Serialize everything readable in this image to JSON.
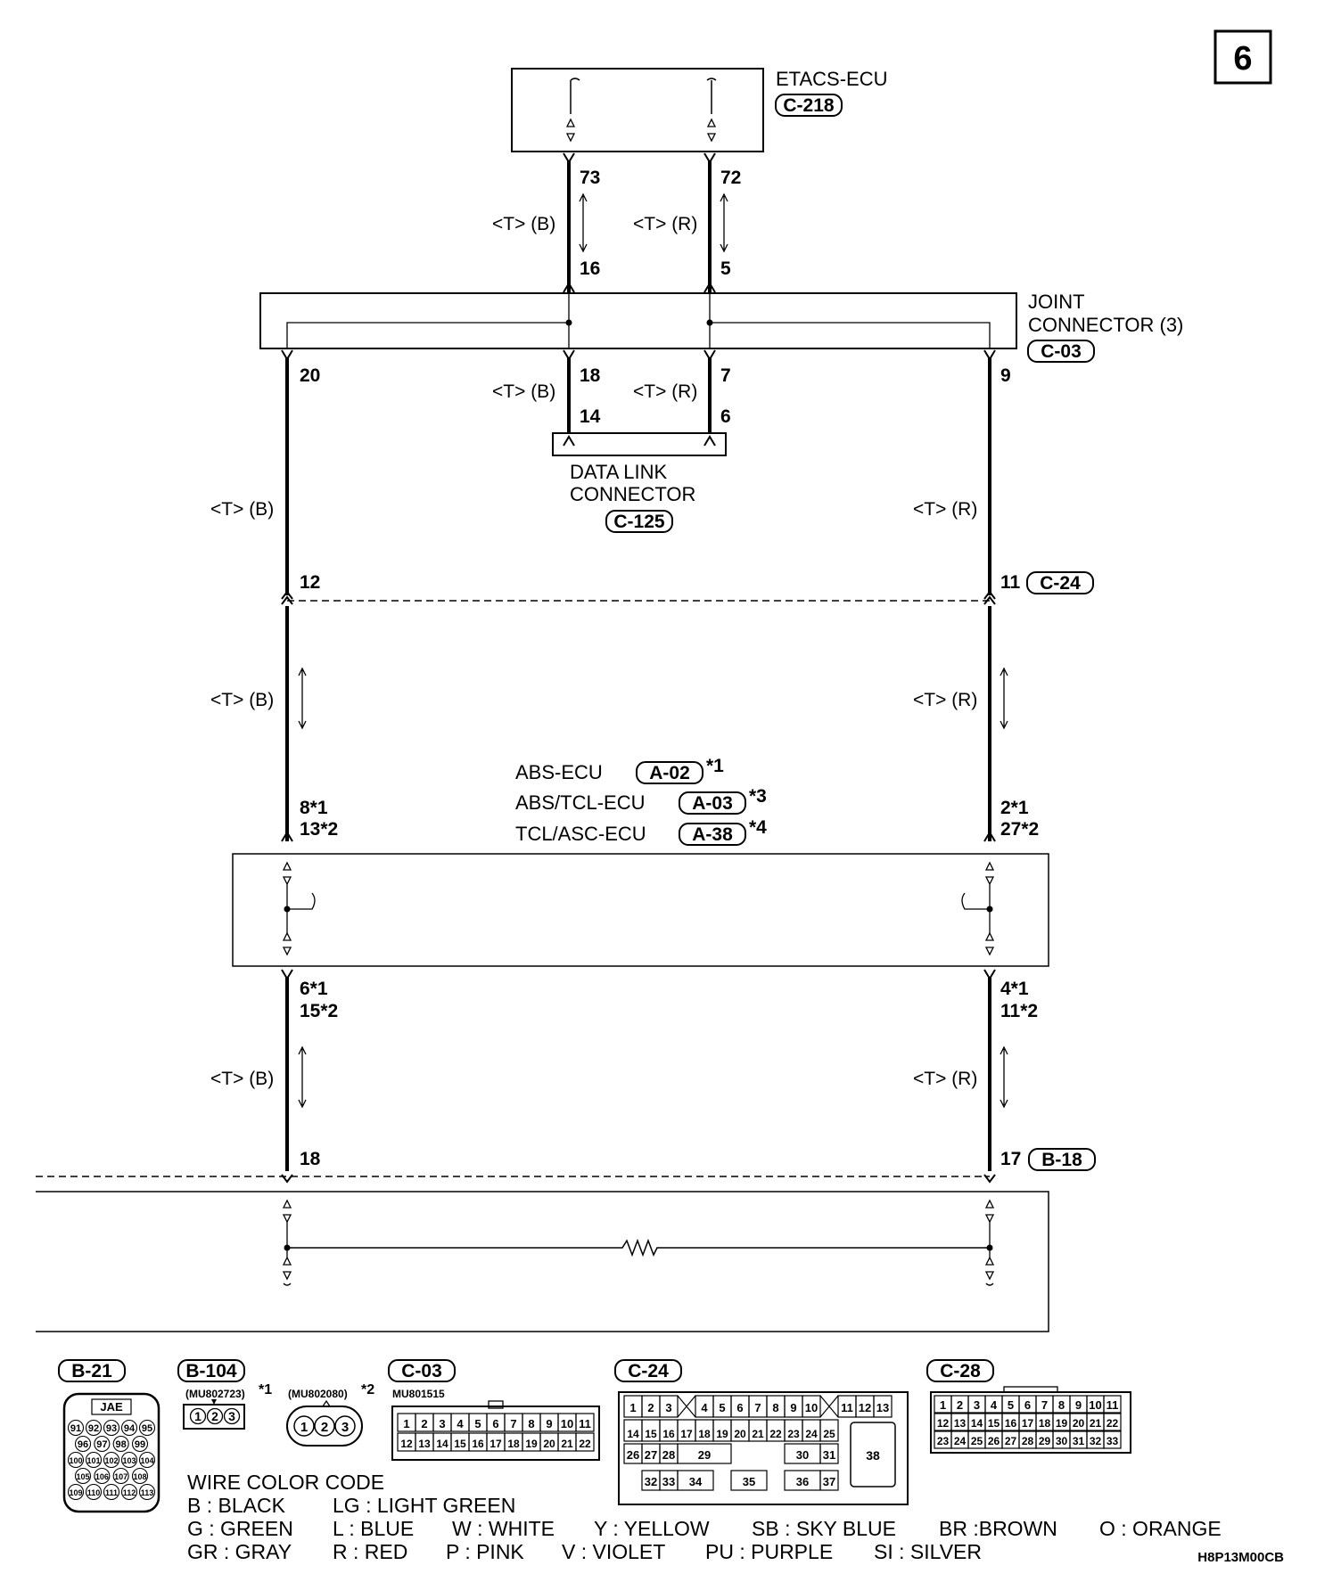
{
  "page_number": "6",
  "etacs": {
    "name": "ETACS-ECU",
    "connector": "C-218",
    "pin_b": "73",
    "pin_r": "72"
  },
  "joint": {
    "line1": "JOINT",
    "line2": "CONNECTOR (3)",
    "connector": "C-03",
    "pin_top_b": "16",
    "pin_top_r": "5",
    "pin_bot_b": "18",
    "pin_bot_r": "7",
    "pin_left": "20",
    "pin_right": "9"
  },
  "dlc": {
    "line1": "DATA LINK",
    "line2": "CONNECTOR",
    "connector": "C-125",
    "pin_b": "14",
    "pin_r": "6"
  },
  "wire_labels": {
    "black": "<T> (B)",
    "red": "<T> (R)"
  },
  "c24": {
    "connector": "C-24",
    "pin_left": "12",
    "pin_right": "11"
  },
  "abs": {
    "names": [
      {
        "name": "ABS-ECU",
        "connector": "A-02",
        "note": "*1"
      },
      {
        "name": "ABS/TCL-ECU",
        "connector": "A-03",
        "note": "*3"
      },
      {
        "name": "TCL/ASC-ECU",
        "connector": "A-38",
        "note": "*4"
      }
    ],
    "top_left_pins": [
      "8*1",
      "13*2"
    ],
    "top_right_pins": [
      "2*1",
      "27*2"
    ],
    "bot_left_pins": [
      "6*1",
      "15*2"
    ],
    "bot_right_pins": [
      "4*1",
      "11*2"
    ]
  },
  "b18": {
    "connector": "B-18",
    "pin_left": "18",
    "pin_right": "17"
  },
  "connector_views": {
    "b21": {
      "tag": "B-21",
      "maker": "JAE",
      "rows": [
        [
          "91",
          "92",
          "93",
          "94",
          "95"
        ],
        [
          "96",
          "97",
          "98",
          "99"
        ],
        [
          "100",
          "101",
          "102",
          "103",
          "104"
        ],
        [
          "105",
          "106",
          "107",
          "108"
        ],
        [
          "109",
          "110",
          "111",
          "112",
          "113"
        ]
      ]
    },
    "b104": {
      "tag": "B-104",
      "part_a": "(MU802723)",
      "note_a": "*1",
      "part_b": "(MU802080)",
      "note_b": "*2",
      "pins": [
        "1",
        "2",
        "3"
      ]
    },
    "c03": {
      "tag": "C-03",
      "part": "MU801515",
      "row1": [
        "1",
        "2",
        "3",
        "4",
        "5",
        "6",
        "7",
        "8",
        "9",
        "10",
        "11"
      ],
      "row2": [
        "12",
        "13",
        "14",
        "15",
        "16",
        "17",
        "18",
        "19",
        "20",
        "21",
        "22"
      ]
    },
    "c24": {
      "tag": "C-24",
      "row1": [
        "1",
        "2",
        "3",
        "4",
        "5",
        "6",
        "7",
        "8",
        "9",
        "10",
        "11",
        "12",
        "13"
      ],
      "row2": [
        "14",
        "15",
        "16",
        "17",
        "18",
        "19",
        "20",
        "21",
        "22",
        "23",
        "24",
        "25"
      ],
      "row3": [
        "26",
        "27",
        "28",
        "29",
        "30",
        "31"
      ],
      "row4": [
        "32",
        "33",
        "34",
        "35",
        "36",
        "37"
      ],
      "big": "38"
    },
    "c28": {
      "tag": "C-28",
      "row1": [
        "1",
        "2",
        "3",
        "4",
        "5",
        "6",
        "7",
        "8",
        "9",
        "10",
        "11"
      ],
      "row2": [
        "12",
        "13",
        "14",
        "15",
        "16",
        "17",
        "18",
        "19",
        "20",
        "21",
        "22"
      ],
      "row3": [
        "23",
        "24",
        "25",
        "26",
        "27",
        "28",
        "29",
        "30",
        "31",
        "32",
        "33"
      ]
    }
  },
  "wire_color_code": {
    "title": "WIRE COLOR CODE",
    "line1": [
      "B : BLACK",
      "LG : LIGHT GREEN"
    ],
    "line2": [
      "G : GREEN",
      "L : BLUE",
      "W : WHITE",
      "Y : YELLOW",
      "SB : SKY BLUE",
      "BR :BROWN",
      "O : ORANGE"
    ],
    "line3": [
      "GR : GRAY",
      "R : RED",
      "P : PINK",
      "V : VIOLET",
      "PU : PURPLE",
      "SI : SILVER"
    ]
  },
  "figure_code": "H8P13M00CB"
}
